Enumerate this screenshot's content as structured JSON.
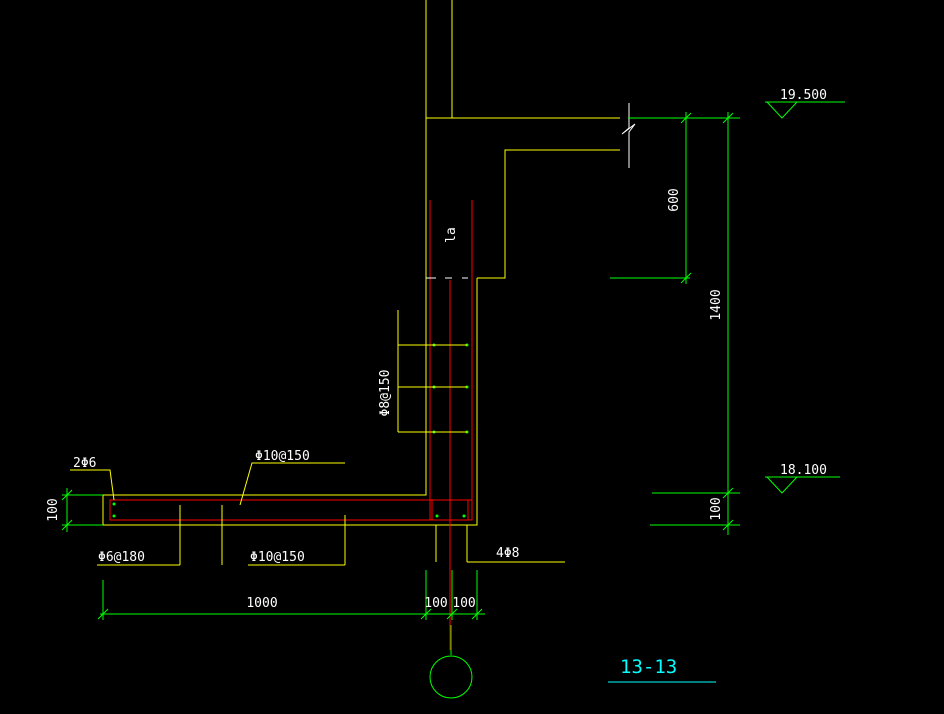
{
  "section_title": "13-13",
  "elevations": {
    "top": "19.500",
    "bottom": "18.100"
  },
  "dimensions": {
    "top_offset": "600",
    "total_height": "1400",
    "bottom_offset": "100",
    "slab_thickness": "100",
    "slab_length": "1000",
    "wall_left": "100",
    "wall_right": "100"
  },
  "rebar_labels": {
    "slab_edge_bars": "2Φ6",
    "slab_top_bars": "Φ10@150",
    "wall_distribution": "Φ8@150",
    "slab_distribution": "Φ6@180",
    "slab_bottom_bars": "Φ10@150",
    "corner_bars": "4Φ8",
    "anchorage": "la"
  },
  "colors": {
    "background": "#000000",
    "outline": "#ffff00",
    "rebar": "#ff0000",
    "dimension": "#00ff00",
    "text": "#ffffff",
    "title": "#00ffff"
  }
}
